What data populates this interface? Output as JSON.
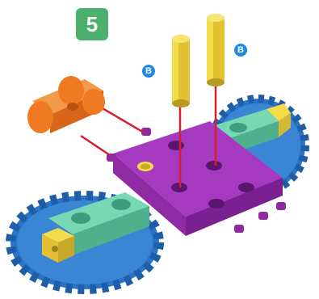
{
  "step": {
    "number": "5"
  },
  "parts": [
    {
      "label": "B",
      "part": "yellow-peg-left"
    },
    {
      "label": "B",
      "part": "yellow-peg-right"
    }
  ],
  "colors": {
    "badge": "#4caf6b",
    "label": "#1e88e5",
    "peg": "#e4c132",
    "purple_plate": "#8e2ba3",
    "teal_block": "#5fc8a0",
    "gear": "#2b73c6",
    "orange_connector": "#ef7a22",
    "guide_line": "#d32030"
  }
}
